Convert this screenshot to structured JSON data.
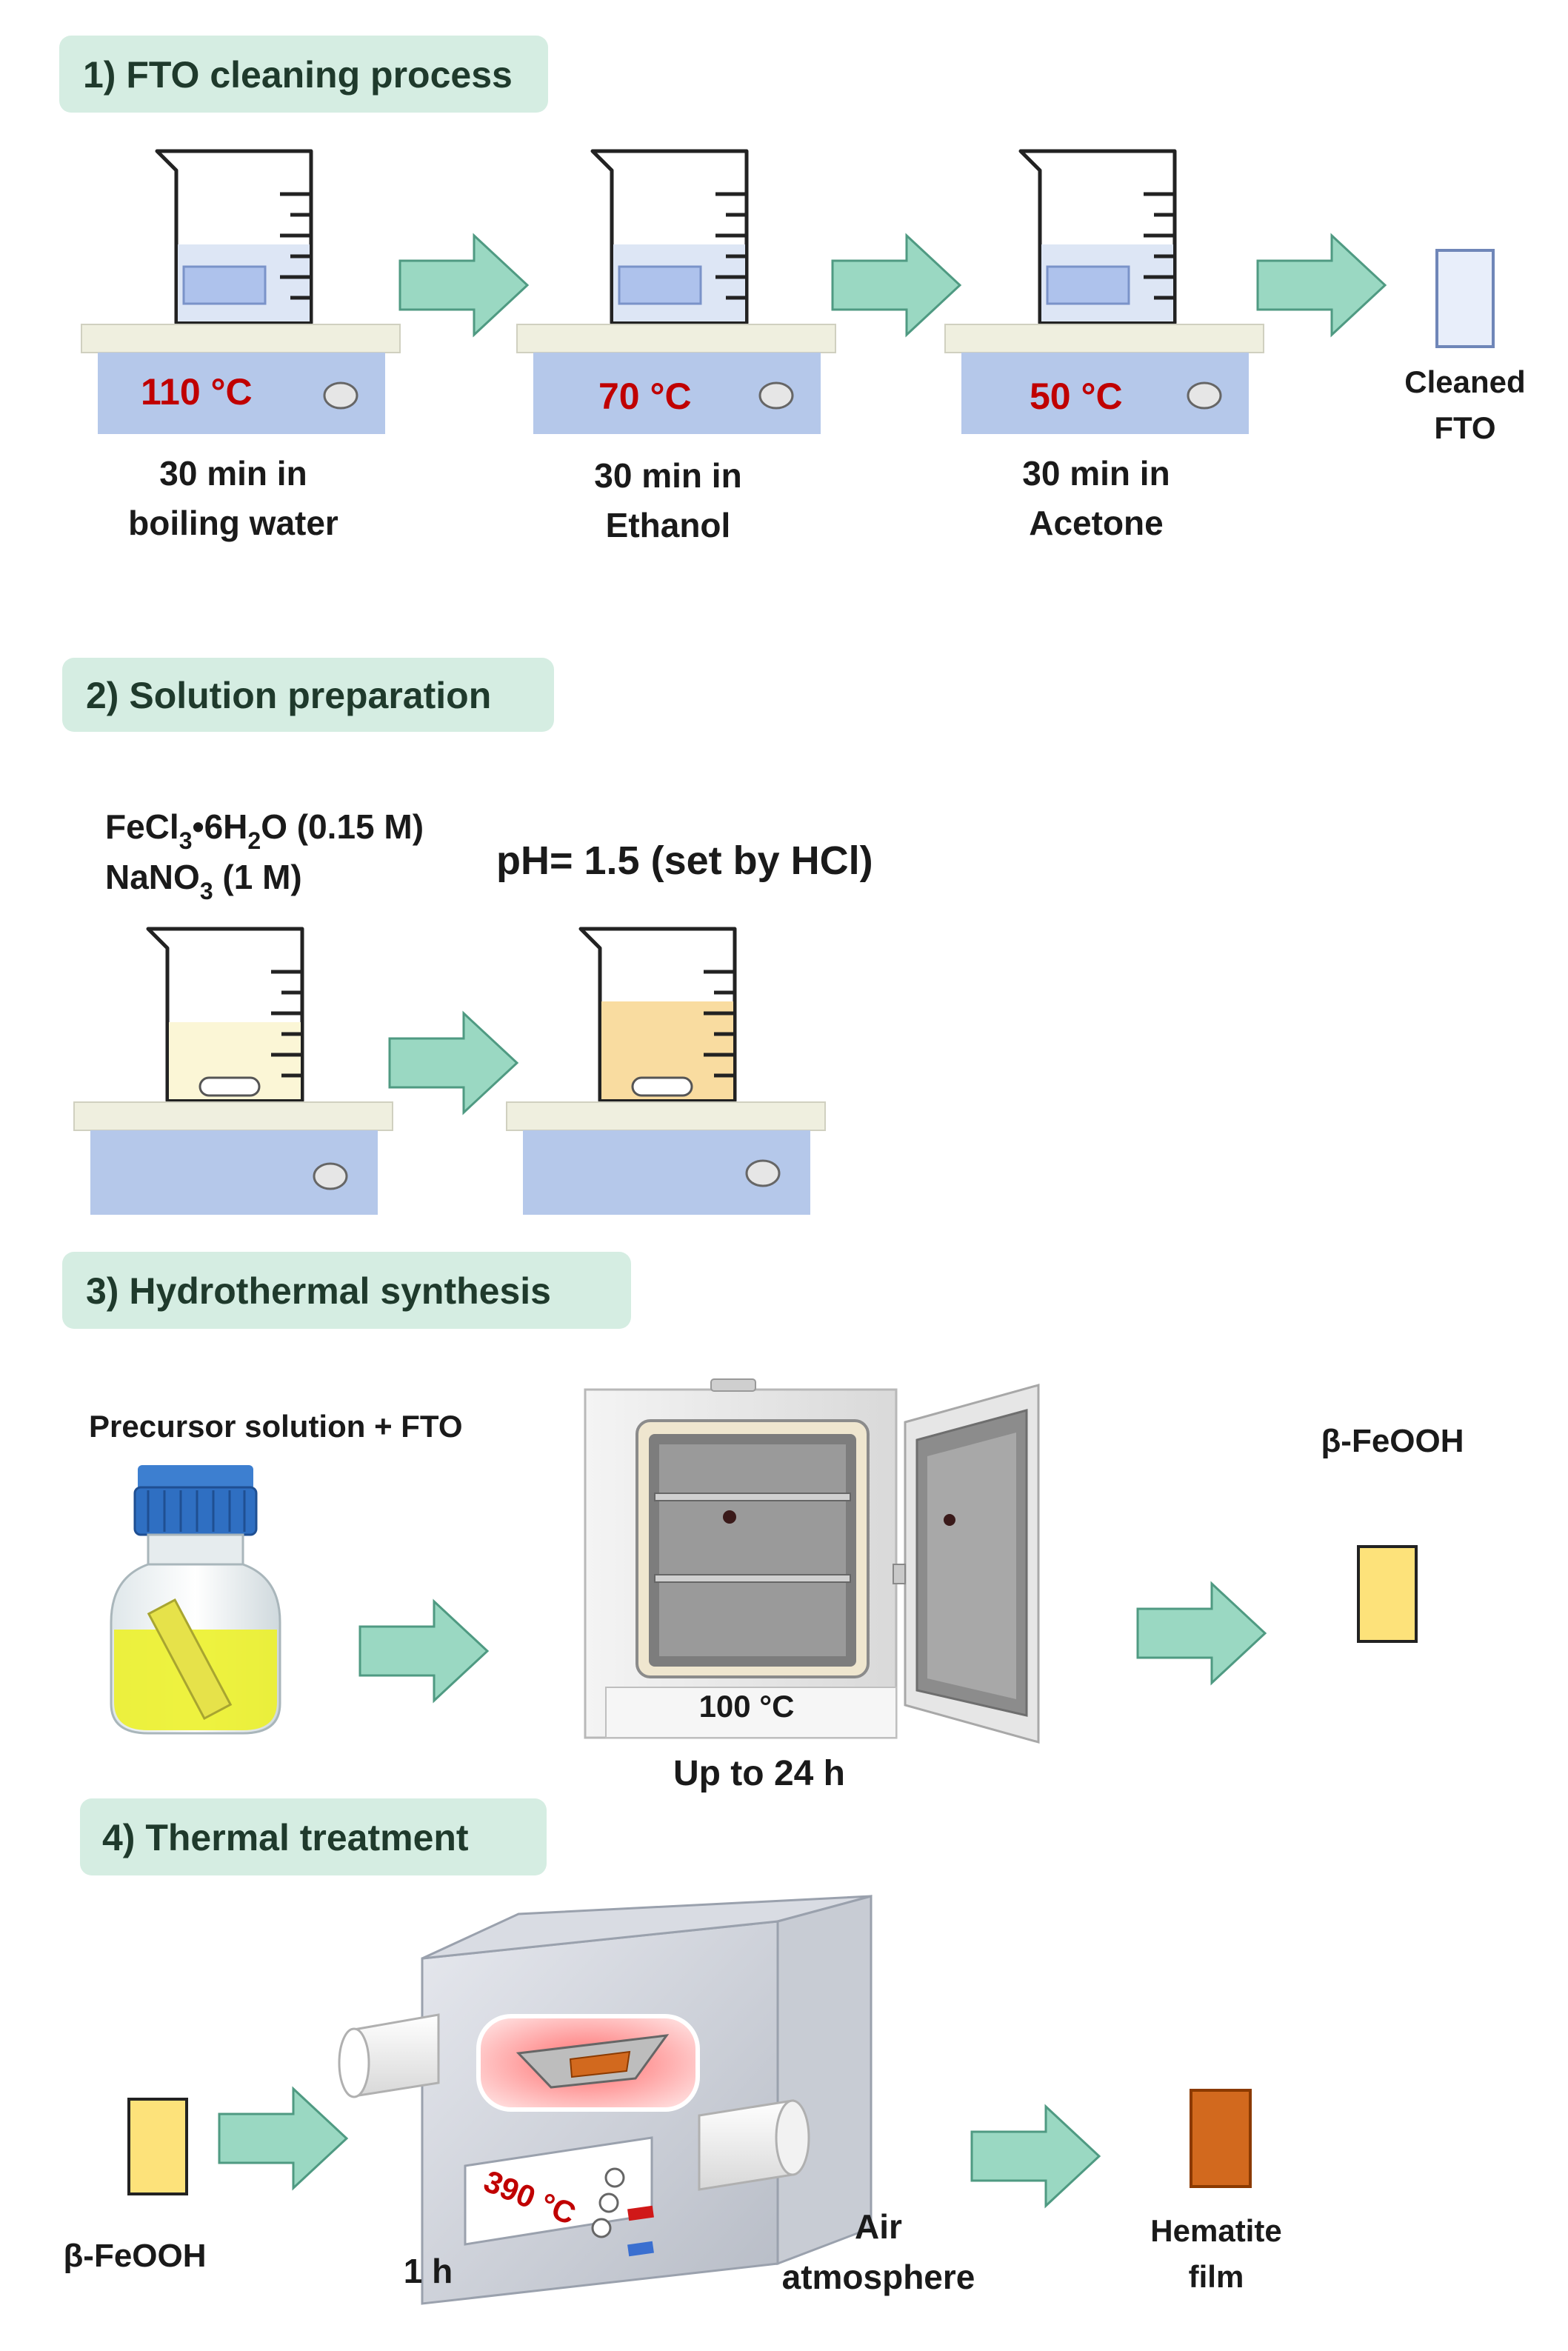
{
  "colors": {
    "section_header_bg": "#d5ede2",
    "section_header_text": "#1f3a2c",
    "arrow_fill": "#9ad8c2",
    "arrow_stroke": "#4f9a82",
    "hotplate_top": "#efefdf",
    "hotplate_body": "#b5c8ea",
    "temperature_red": "#c00000",
    "cleaned_fto": "#e8eefa",
    "feooh_yellow": "#fde27a",
    "hematite_orange": "#d2691e"
  },
  "sections": {
    "s1": {
      "title": "1) FTO cleaning process",
      "steps": [
        {
          "temp": "110 °C",
          "caption_line1": "30 min in",
          "caption_line2": "boiling water"
        },
        {
          "temp": "70 °C",
          "caption_line1": "30 min in",
          "caption_line2": "Ethanol"
        },
        {
          "temp": "50 °C",
          "caption_line1": "30 min in",
          "caption_line2": "Acetone"
        }
      ],
      "result_line1": "Cleaned",
      "result_line2": "FTO"
    },
    "s2": {
      "title": "2) Solution preparation",
      "reagent1": {
        "a": "FeCl",
        "b": "3",
        "c": "•6H",
        "d": "2",
        "e": "O (0.15 M)"
      },
      "reagent2": {
        "a": "NaNO",
        "b": "3",
        "c": " (1 M)"
      },
      "ph_label": "pH= 1.5 (set by HCl)"
    },
    "s3": {
      "title": "3) Hydrothermal synthesis",
      "precursor_label": "Precursor solution + FTO",
      "oven_temp": "100 °C",
      "duration": "Up to 24 h",
      "product": "β-FeOOH"
    },
    "s4": {
      "title": "4) Thermal treatment",
      "input": "β-FeOOH",
      "furnace_temp": "390 °C",
      "duration": "1 h",
      "atmosphere_line1": "Air",
      "atmosphere_line2": "atmosphere",
      "product_line1": "Hematite",
      "product_line2": "film"
    }
  }
}
